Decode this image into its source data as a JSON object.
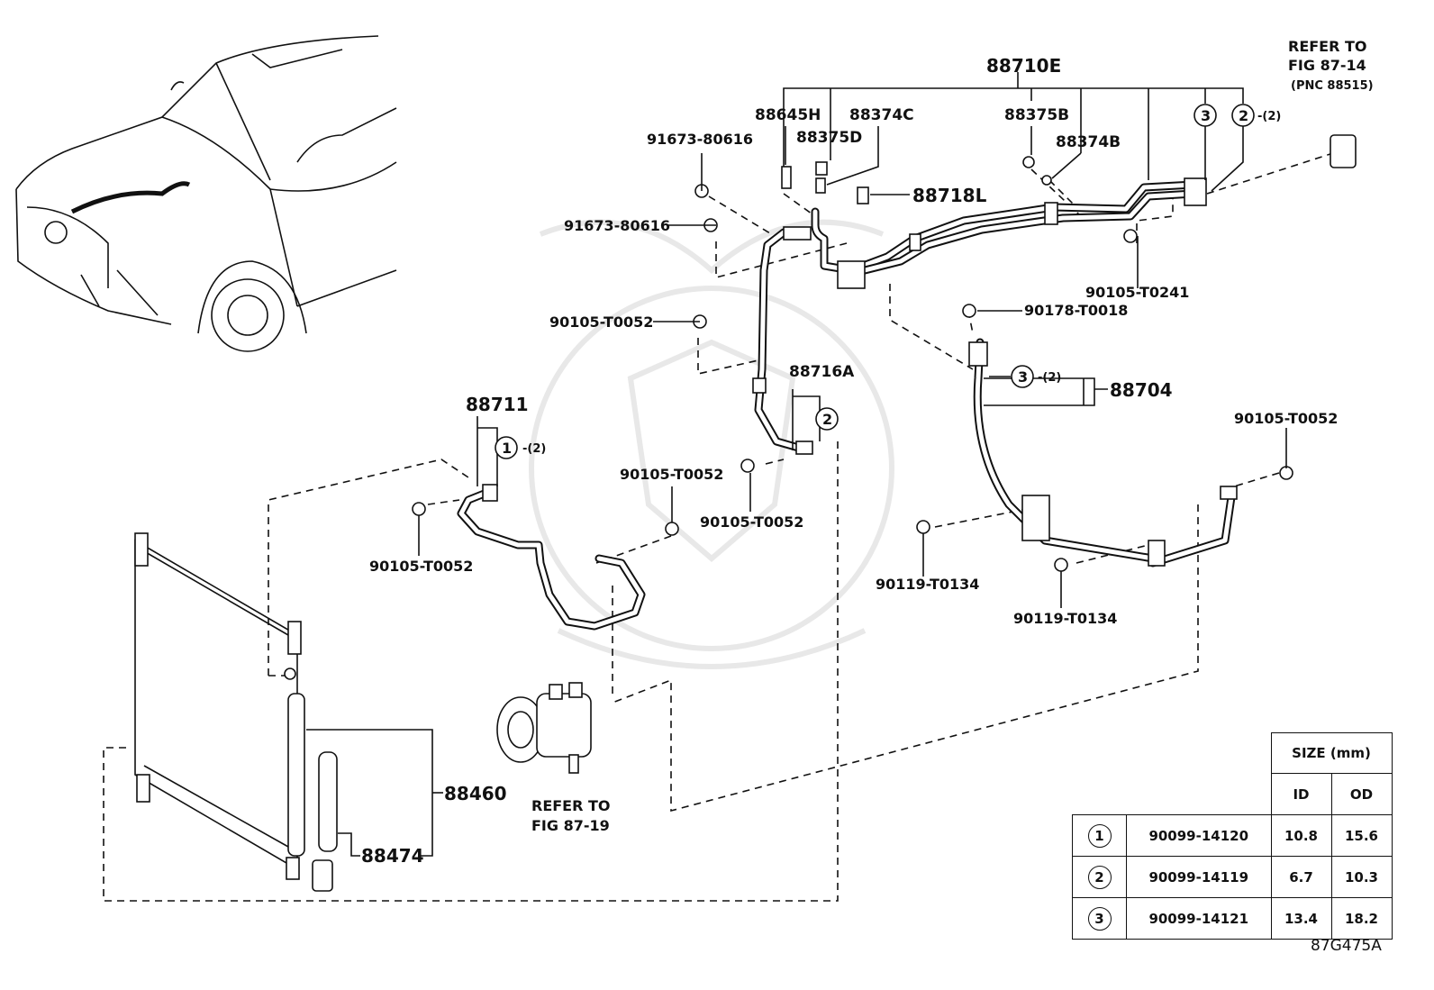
{
  "parts": {
    "p88710E": "88710E",
    "p88645H": "88645H",
    "p88374C": "88374C",
    "p88375D": "88375D",
    "p88375B": "88375B",
    "p88374B": "88374B",
    "p88718L": "88718L",
    "p91673_a": "91673-80616",
    "p91673_b": "91673-80616",
    "p90105_T0241": "90105-T0241",
    "p90178_T0018": "90178-T0018",
    "p90105_T0052_a": "90105-T0052",
    "p88716A": "88716A",
    "p88704": "88704",
    "p90105_T0052_right": "90105-T0052",
    "p88711": "88711",
    "p90105_T0052_b": "90105-T0052",
    "p90105_T0052_c": "90105-T0052",
    "p90105_T0052_d": "90105-T0052",
    "p90119_T0134_a": "90119-T0134",
    "p90119_T0134_b": "90119-T0134",
    "p88460": "88460",
    "p88474": "88474"
  },
  "refs": {
    "refer_top_1": "REFER TO",
    "refer_top_2": "FIG 87-14",
    "refer_top_3": "(PNC 88515)",
    "refer_comp_1": "REFER TO",
    "refer_comp_2": "FIG 87-19"
  },
  "callouts": {
    "c3_top": "3",
    "c2_top": "2",
    "c2_top_qty": "-(2)",
    "c3_mid": "3",
    "c3_mid_qty": "-(2)",
    "c2_mid": "2",
    "c1": "1",
    "c1_qty": "-(2)"
  },
  "size_table": {
    "header": "SIZE (mm)",
    "col_id": "ID",
    "col_od": "OD",
    "rows": [
      {
        "mark": "1",
        "part": "90099-14120",
        "id": "10.8",
        "od": "15.6"
      },
      {
        "mark": "2",
        "part": "90099-14119",
        "id": "6.7",
        "od": "10.3"
      },
      {
        "mark": "3",
        "part": "90099-14121",
        "id": "13.4",
        "od": "18.2"
      }
    ]
  },
  "figure_code": "87G475A"
}
